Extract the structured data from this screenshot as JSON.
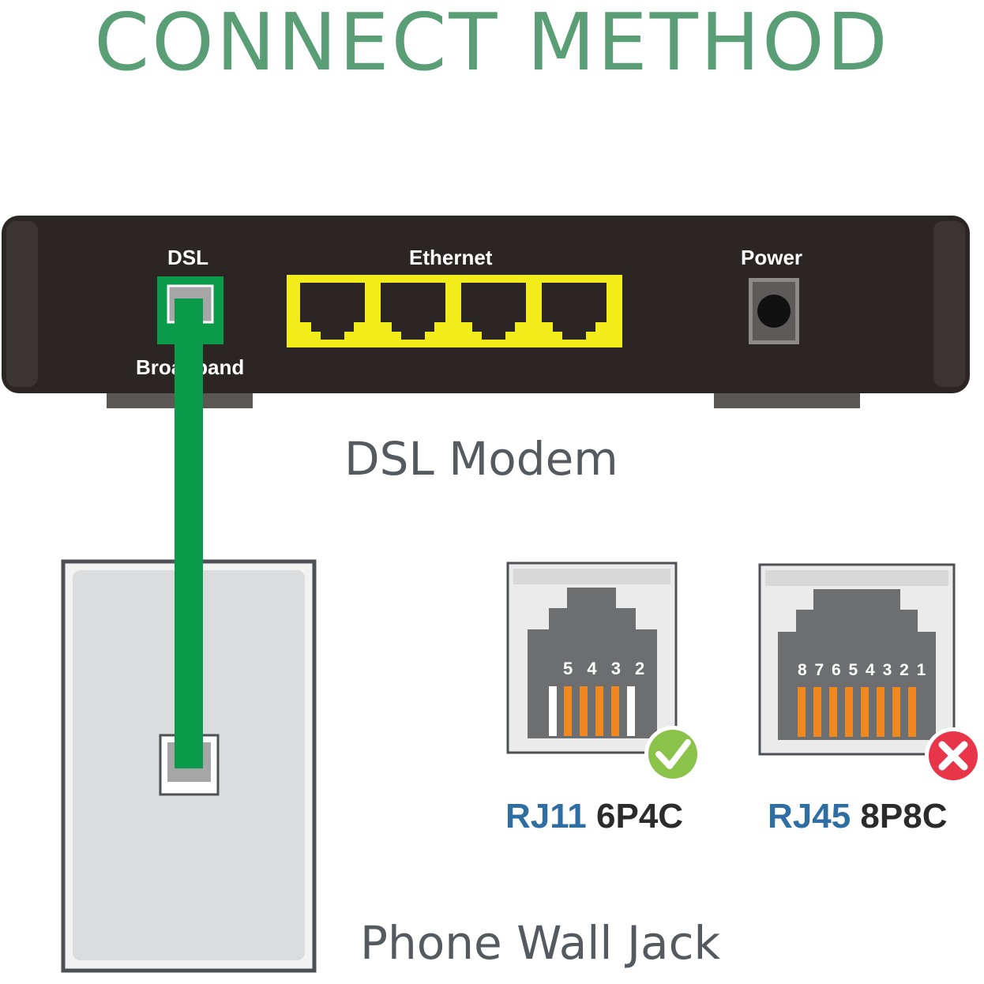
{
  "title": "CONNECT METHOD",
  "modem": {
    "caption": "DSL Modem",
    "ports": {
      "dsl": "DSL",
      "broadband": "Broadband",
      "ethernet": "Ethernet",
      "power": "Power"
    }
  },
  "wall_jack": {
    "caption": "Phone Wall Jack"
  },
  "connectors": [
    {
      "type": "RJ11",
      "spec": "6P4C",
      "pins": "5 4 3 2",
      "status": "correct"
    },
    {
      "type": "RJ45",
      "spec": "8P8C",
      "pins": "8 7 6 5 4 3 2 1",
      "status": "wrong"
    }
  ],
  "colors": {
    "title": "#5a9e76",
    "cable": "#0a9a4a",
    "ethernet_ports": "#f2ec1a",
    "modem_body": "#2b2524",
    "connector_type": "#2e6ea3",
    "check": "#8bc34a",
    "cross": "#e8354a",
    "pin_active": "#f0881e"
  },
  "icons": [
    "check-icon",
    "cross-icon"
  ]
}
